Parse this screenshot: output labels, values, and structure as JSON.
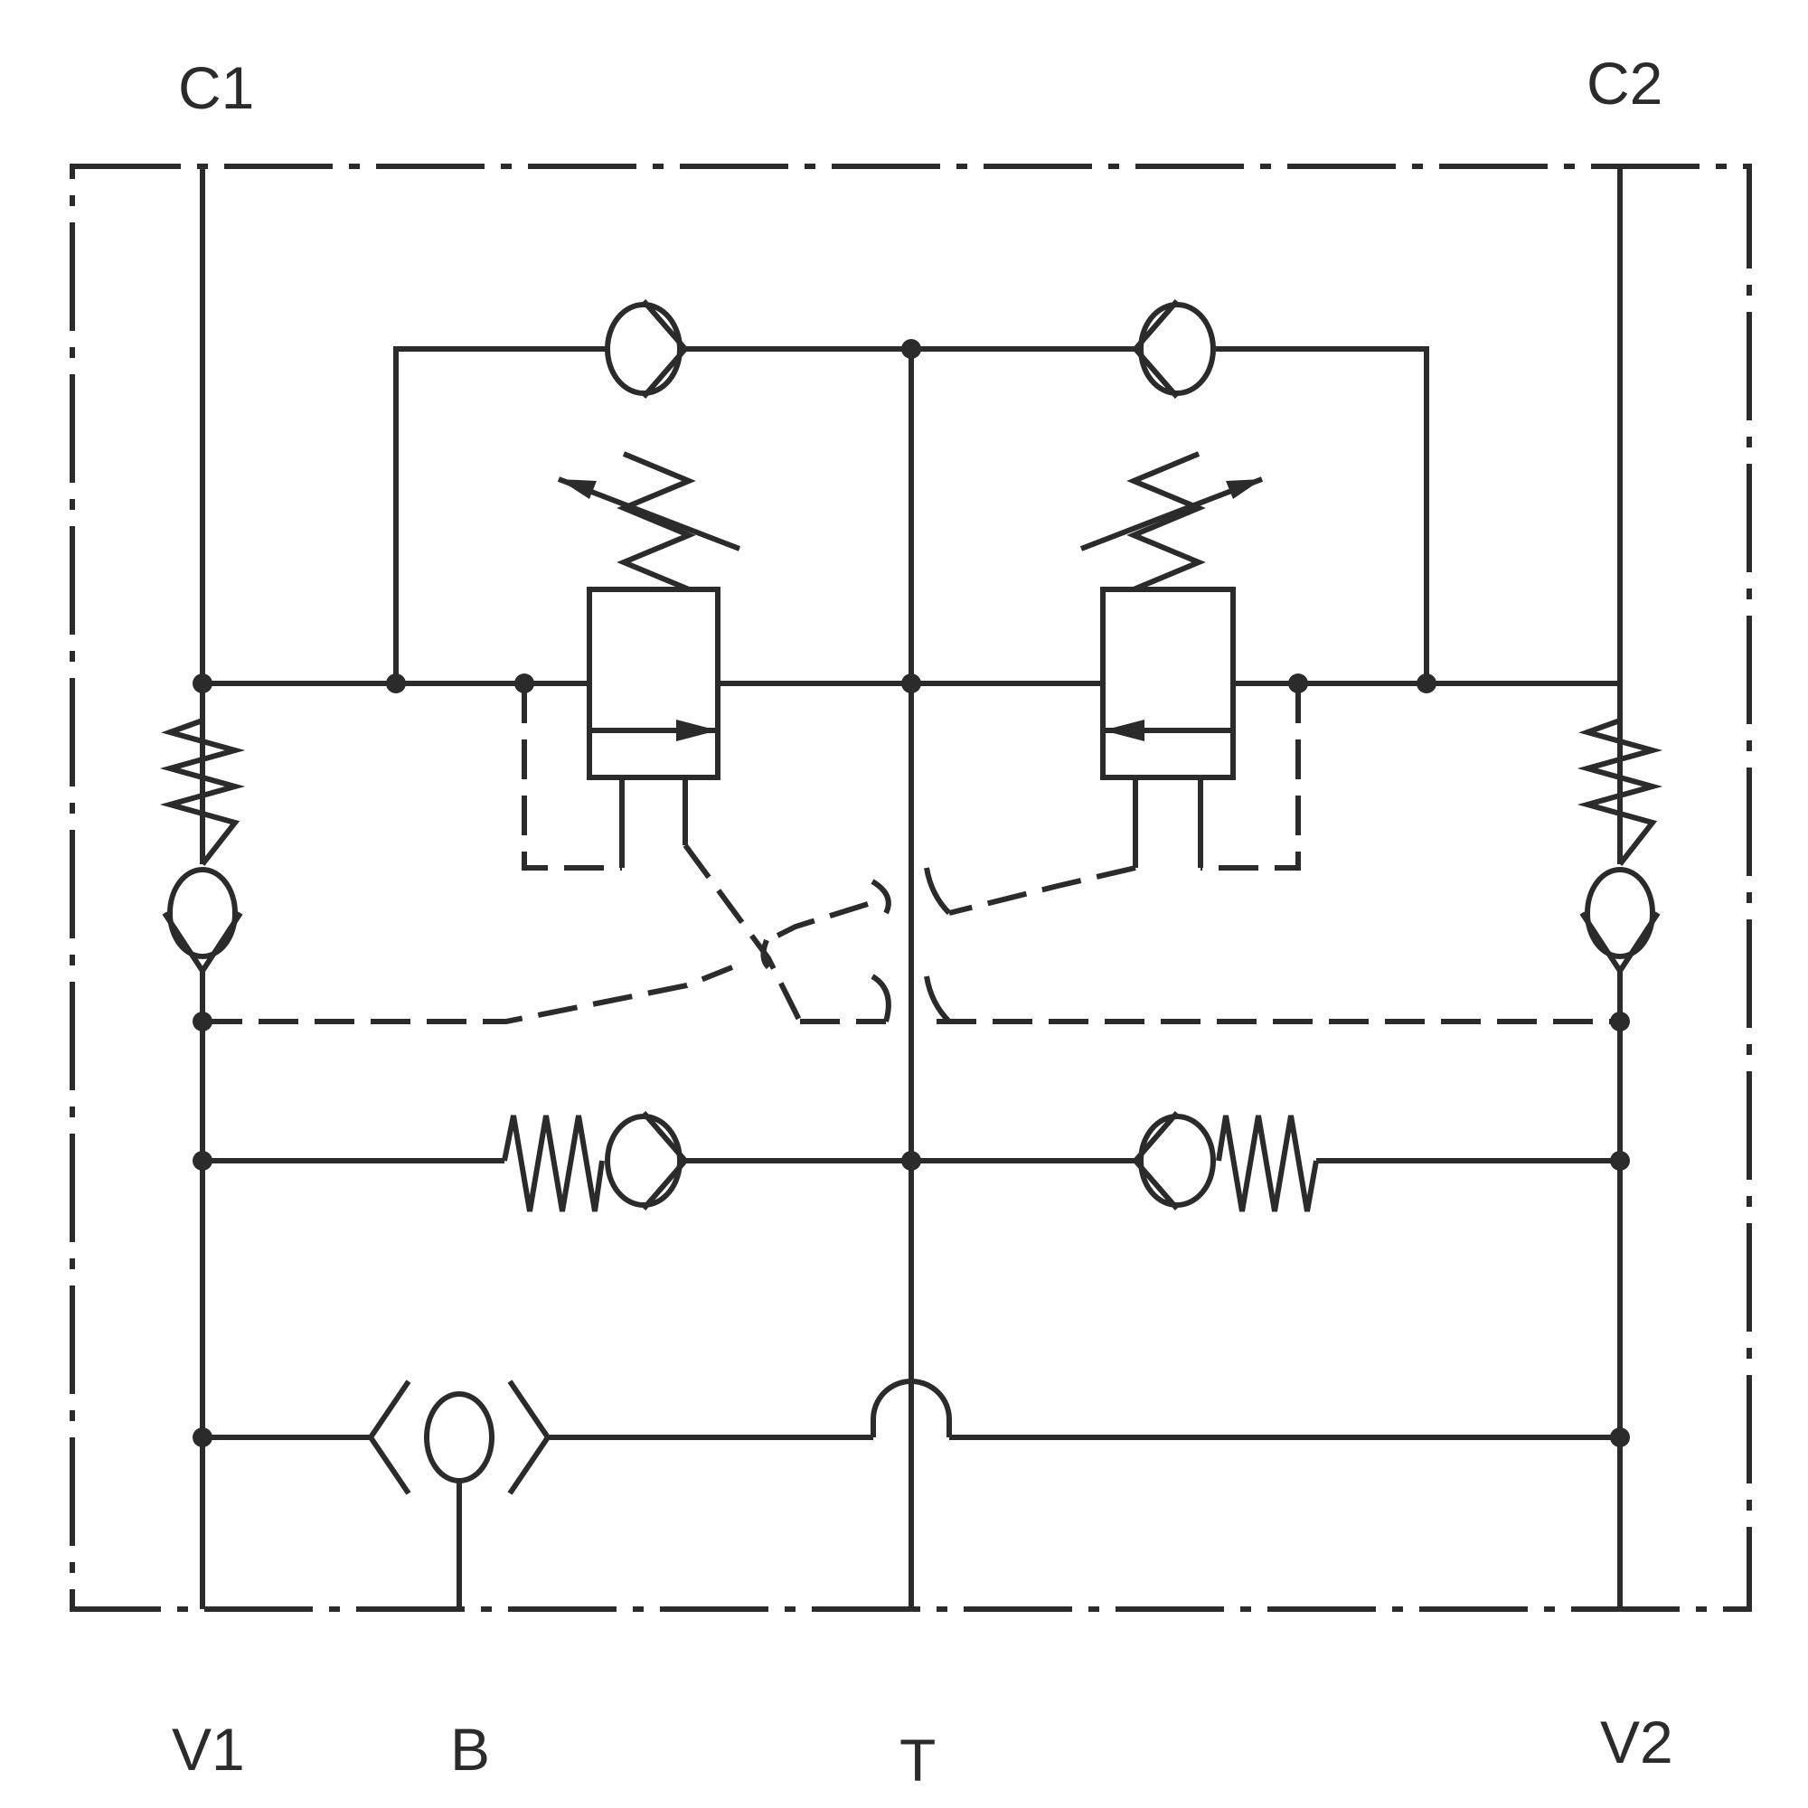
{
  "ports": {
    "c1": "C1",
    "c2": "C2",
    "v1": "V1",
    "b": "B",
    "t": "T",
    "v2": "V2"
  },
  "colors": {
    "line": "#2b2b2b",
    "background": "#ffffff"
  }
}
